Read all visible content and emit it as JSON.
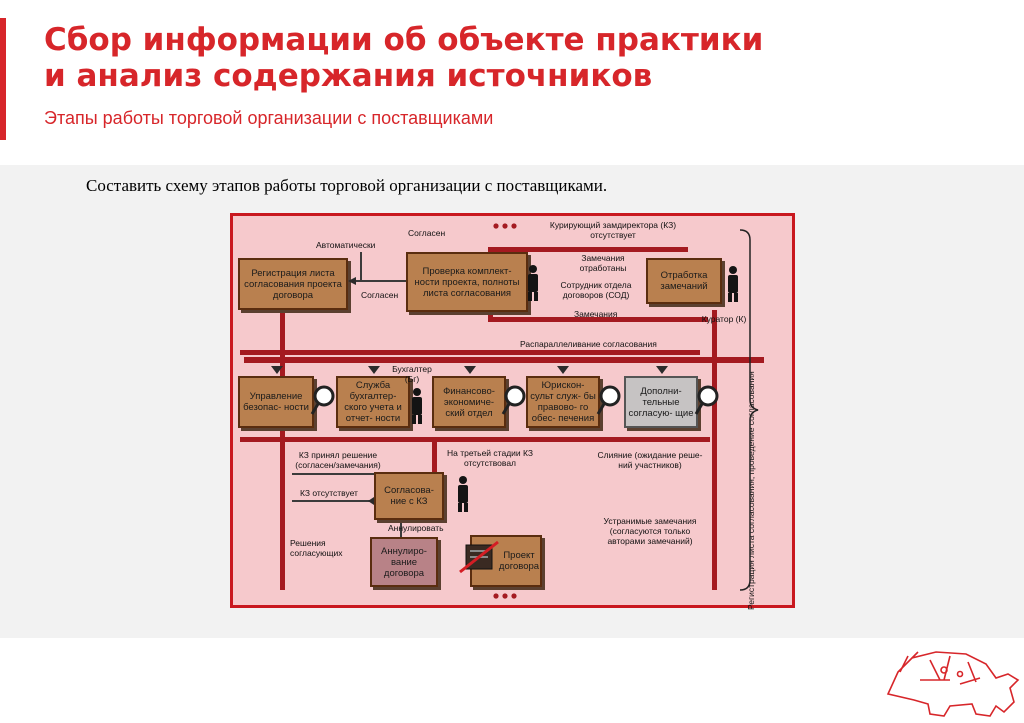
{
  "header": {
    "title_line1": "Сбор информации об объекте практики",
    "title_line2": "и анализ содержания источников",
    "subtitle": "Этапы работы торговой организации с поставщиками"
  },
  "task": "Составить схему этапов работы торговой организации с поставщиками.",
  "diagram": {
    "boxes": {
      "registration": "Регистрация листа согласования проекта договора",
      "check": "Проверка комплект- ности проекта, полноты листа согласования",
      "rework": "Отработка замечаний",
      "security": "Управление безопас- ности",
      "accounting": "Служба бухгалтер- ского учета и отчет- ности",
      "finance": "Финансово- экономиче- ский отдел",
      "legal": "Юрискон- сульт служ- бы правово- го обес- печения",
      "additional": "Дополни- тельные согласую- щие",
      "kz_approval": "Согласова- ние с КЗ",
      "cancel": "Аннулиро- вание договора",
      "project": "Проект договора"
    },
    "labels": {
      "agreed_top": "Согласен",
      "automatic": "Автоматически",
      "agreed_mid": "Согласен",
      "deputy": "Курирующий замдиректора (КЗ) отсутствует",
      "remarks_done": "Замечания отработаны",
      "dept_employee": "Сотрудник отдела договоров (СОД)",
      "remarks": "Замечания",
      "curator": "Куратор (К)",
      "parallel": "Распараллеливание согласования",
      "accountant": "Бухгалтер (Бг)",
      "kz_decision": "КЗ принял решение (согласен/замечания)",
      "third_stage": "На третьей стадии КЗ отсутствовал",
      "merge": "Слияние (ожидание реше- ний участников)",
      "kz_absent": "КЗ отсутствует",
      "annul": "Аннулировать",
      "decisions": "Решения согласующих",
      "fixable": "Устранимые замечания (согласуются только авторами замечаний)",
      "vertical": "Регистрация листа согласования, проведение согласования"
    }
  },
  "colors": {
    "accent": "#d7262a",
    "diagram_bg": "#f6c9cc",
    "box_fill": "#b9804f",
    "flow_bar": "#a41a20"
  },
  "icons": [
    "person-icon",
    "magnifier-icon",
    "document-icon",
    "rhino-logo-icon"
  ]
}
